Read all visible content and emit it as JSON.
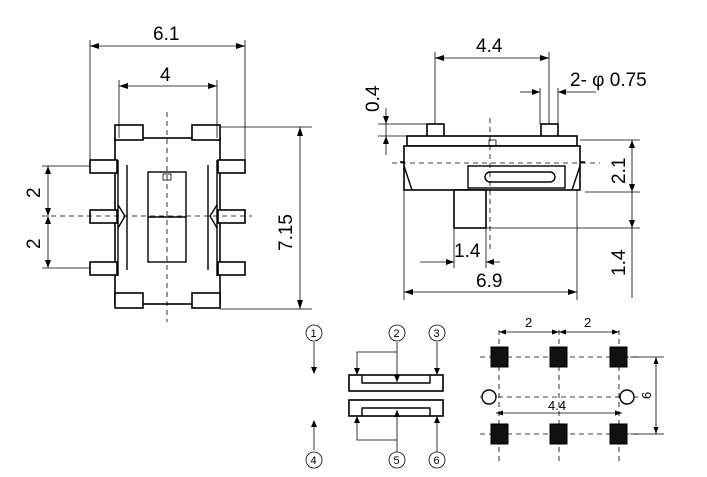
{
  "top_view": {
    "width_label": "6.1",
    "inner_width_label": "4",
    "height_label": "7.15",
    "pitch_upper_label": "2",
    "pitch_lower_label": "2"
  },
  "side_view": {
    "pin_spacing_label": "4.4",
    "post_diameter_label": "2- φ 0.75",
    "post_height_label": "0.4",
    "body_height_label": "2.1",
    "actuator_width_label": "1.4",
    "overall_width_label": "6.9",
    "actuator_height_label": "1.4"
  },
  "schematic": {
    "terminals": [
      "1",
      "2",
      "3",
      "4",
      "5",
      "6"
    ]
  },
  "footprint": {
    "pitch_left_label": "2",
    "pitch_right_label": "2",
    "hole_spacing_label": "4.4",
    "height_label": "6"
  }
}
